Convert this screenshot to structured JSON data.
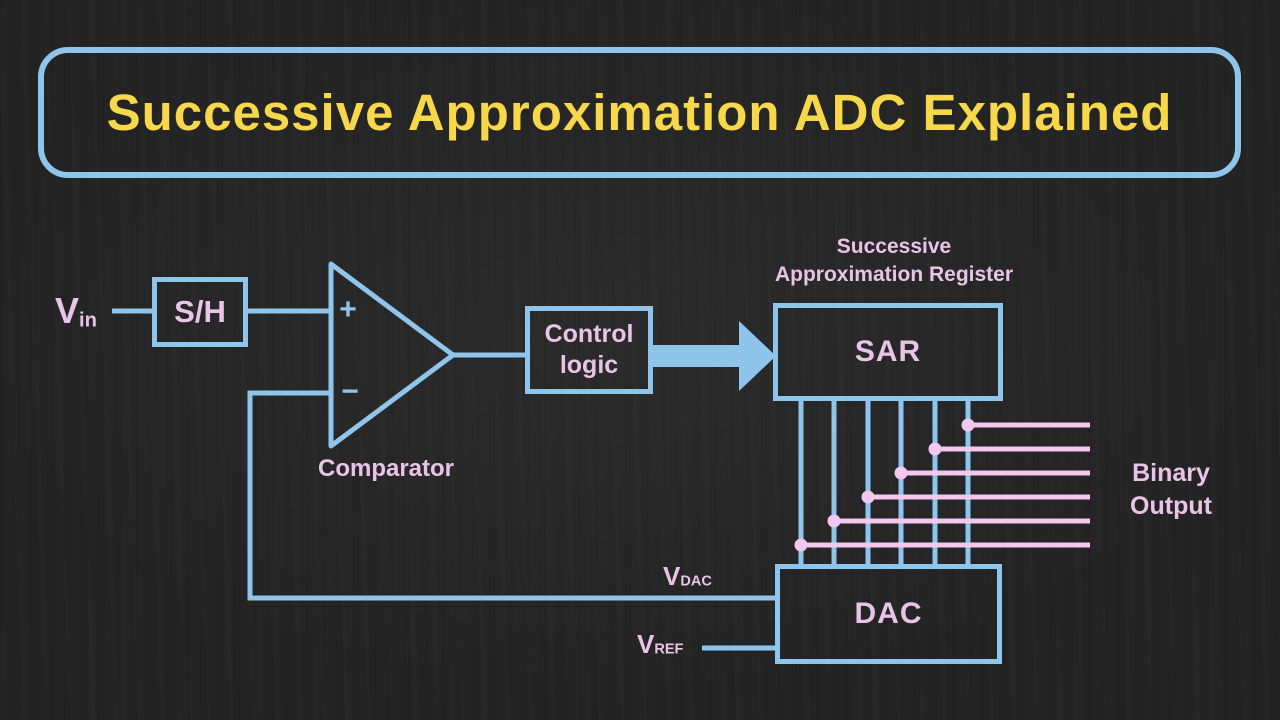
{
  "colors": {
    "background": "#242424",
    "stroke_blue": "#8fc5ea",
    "text_pink": "#eac4e8",
    "line_pink": "#f3c8f0",
    "title_yellow": "#f6d84a"
  },
  "title": {
    "text": "Successive Approximation ADC Explained"
  },
  "blocks": {
    "sample_hold": "S/H",
    "control_line1": "Control",
    "control_line2": "logic",
    "sar": "SAR",
    "dac": "DAC"
  },
  "labels": {
    "vin_base": "V",
    "vin_sub": "in",
    "plus_sign": "+",
    "minus_sign": "−",
    "comparator": "Comparator",
    "sar_caption_line1": "Successive",
    "sar_caption_line2": "Approximation Register",
    "vdac_base": "V",
    "vdac_sub": "DAC",
    "vref_base": "V",
    "vref_sub": "REF",
    "binary_line1": "Binary",
    "binary_line2": "Output"
  }
}
